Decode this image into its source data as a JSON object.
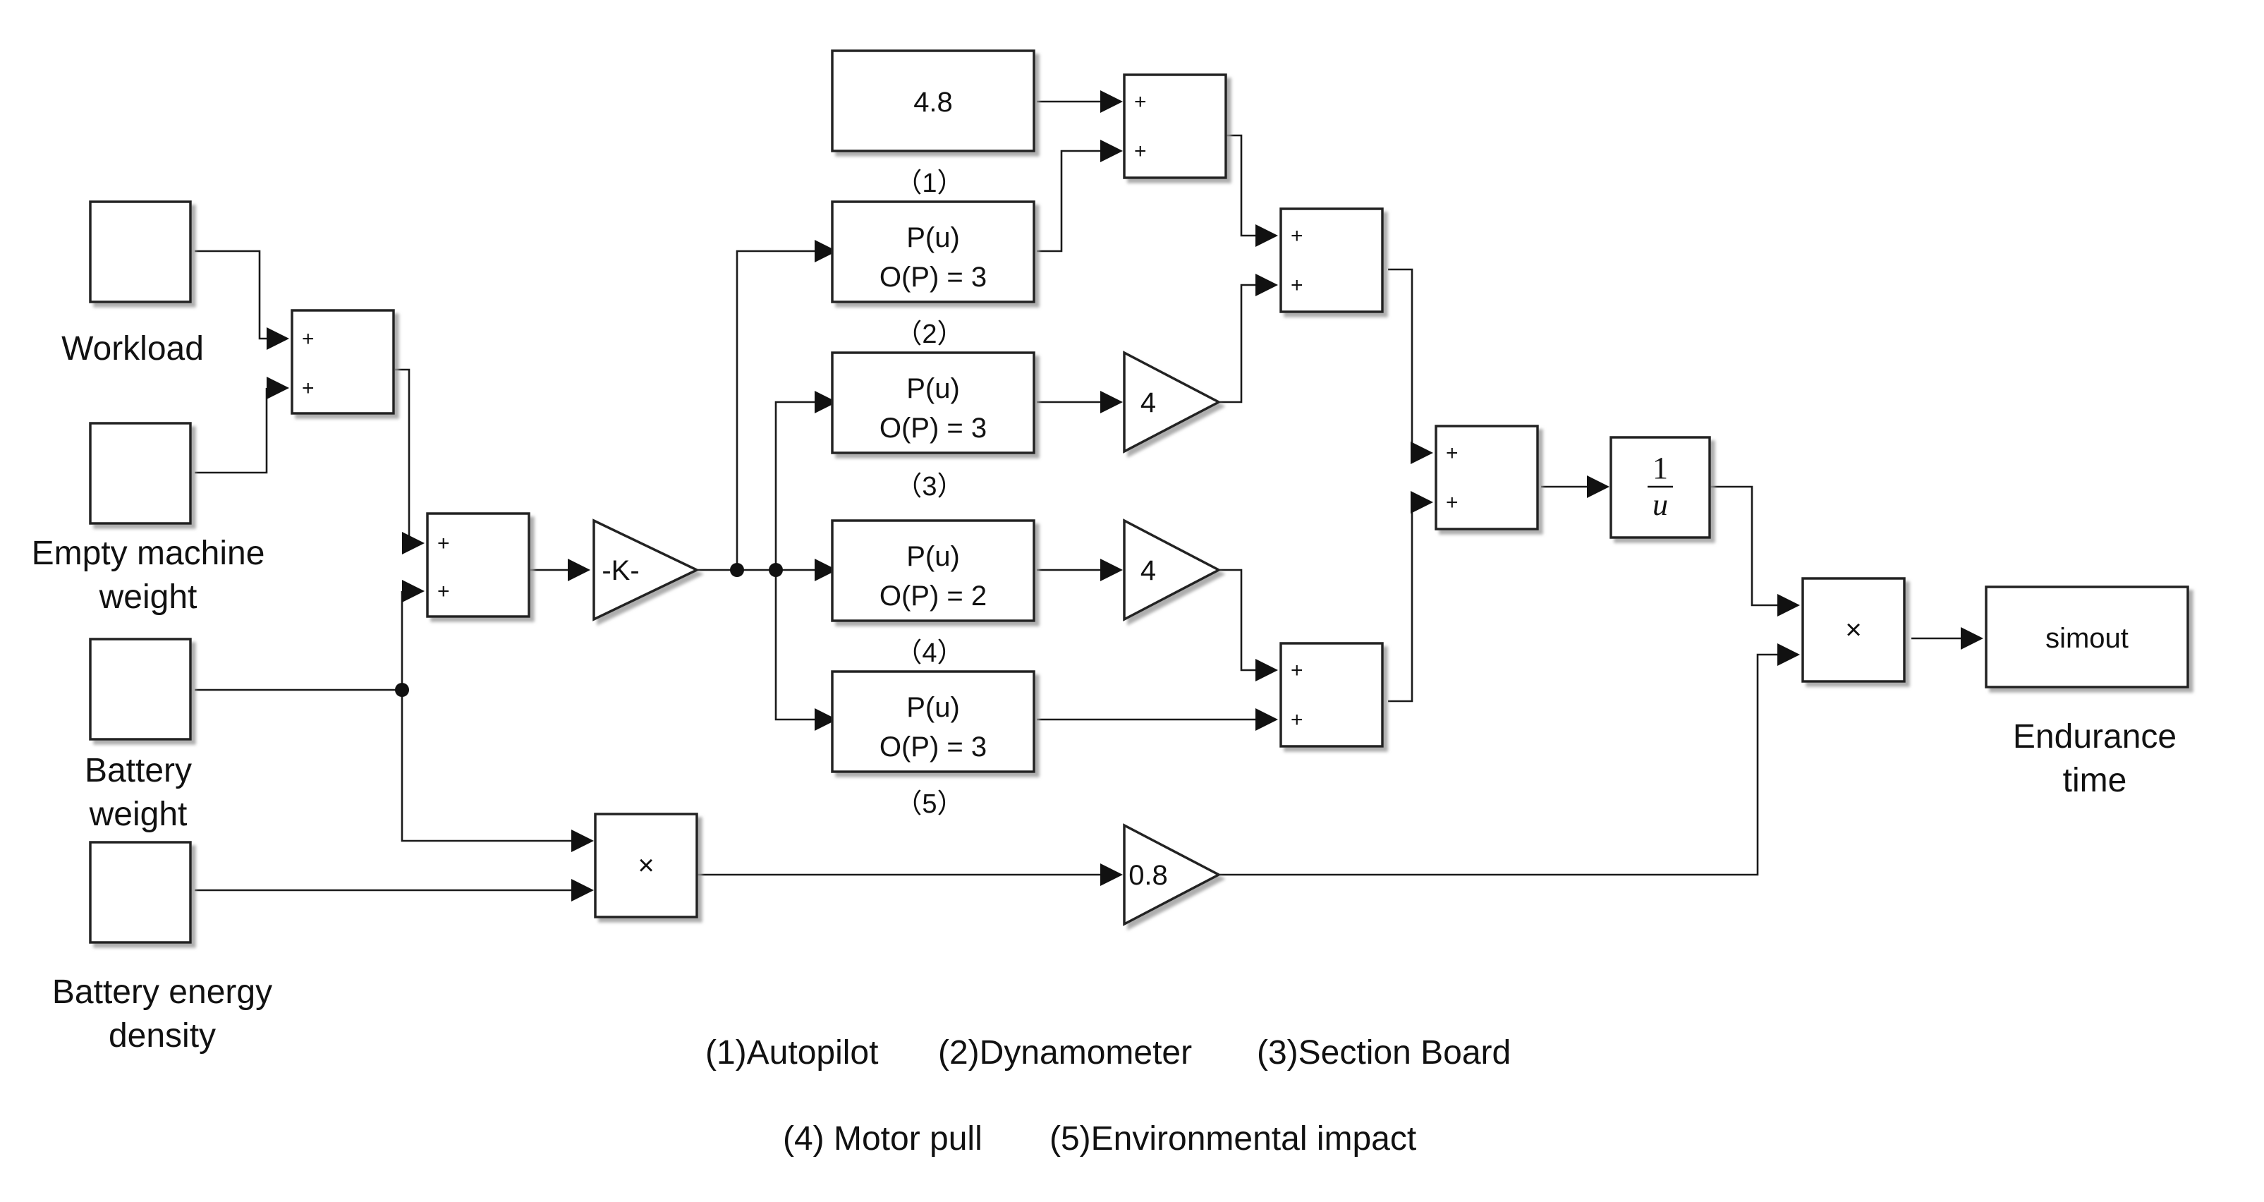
{
  "inputs": {
    "workload": "Workload",
    "empty_weight_1": "Empty machine",
    "empty_weight_2": "weight",
    "battery_weight_1": "Battery",
    "battery_weight_2": "weight",
    "energy_density_1": "Battery energy",
    "energy_density_2": "density"
  },
  "blocks": {
    "const": "4.8",
    "gain_k": "-K-",
    "poly_u": "P(u)",
    "poly1_order": "O(P) = 3",
    "poly2_order": "O(P) = 3",
    "poly3_order": "O(P) = 2",
    "poly4_order": "O(P) = 3",
    "gain_a": "4",
    "gain_b": "4",
    "gain_c": "0.8",
    "product": "×",
    "recip_num": "1",
    "recip_den": "u",
    "simout": "simout",
    "plus": "+"
  },
  "numbers": [
    "（1）",
    "（2）",
    "（3）",
    "（4）",
    "（5）"
  ],
  "output": {
    "label_1": "Endurance",
    "label_2": "time"
  },
  "legend": {
    "item1": "(1)Autopilot",
    "item2": "(2)Dynamometer",
    "item3": "(3)Section Board",
    "item4": "(4) Motor pull",
    "item5": "(5)Environmental impact"
  }
}
